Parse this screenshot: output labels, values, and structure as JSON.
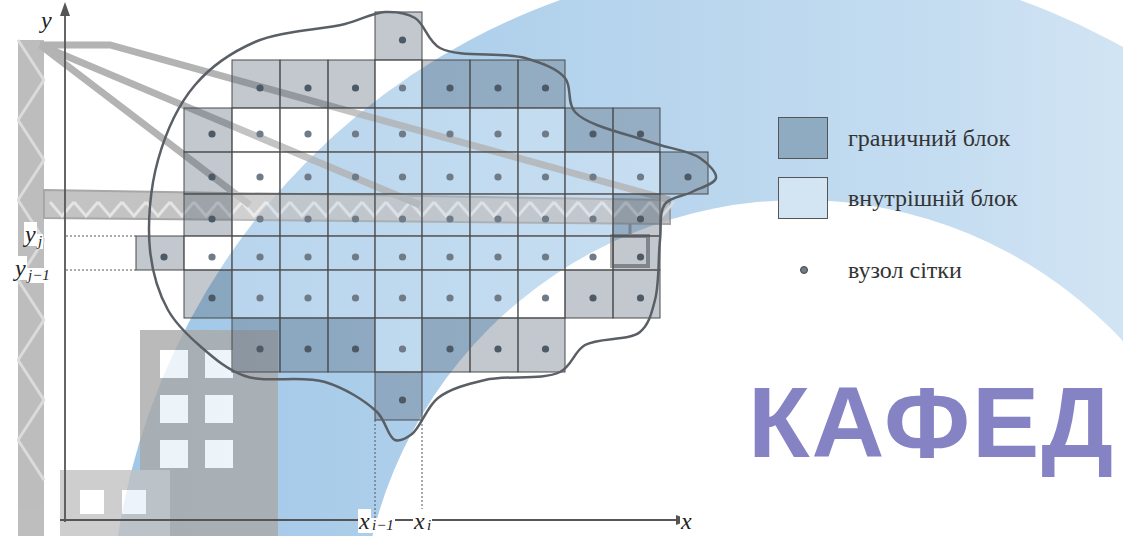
{
  "diagram": {
    "labels": [
      "y",
      "x",
      "y",
      "j",
      "y",
      "j−1",
      "x",
      "i−1",
      "x",
      "i",
      "КАФЕД"
    ],
    "legend": [
      {
        "text": "граничний блок",
        "color": "#8fabc2"
      },
      {
        "text": "внутрішній блок",
        "color": "#d3e5f3"
      },
      {
        "text": "вузол сітки"
      }
    ]
  }
}
